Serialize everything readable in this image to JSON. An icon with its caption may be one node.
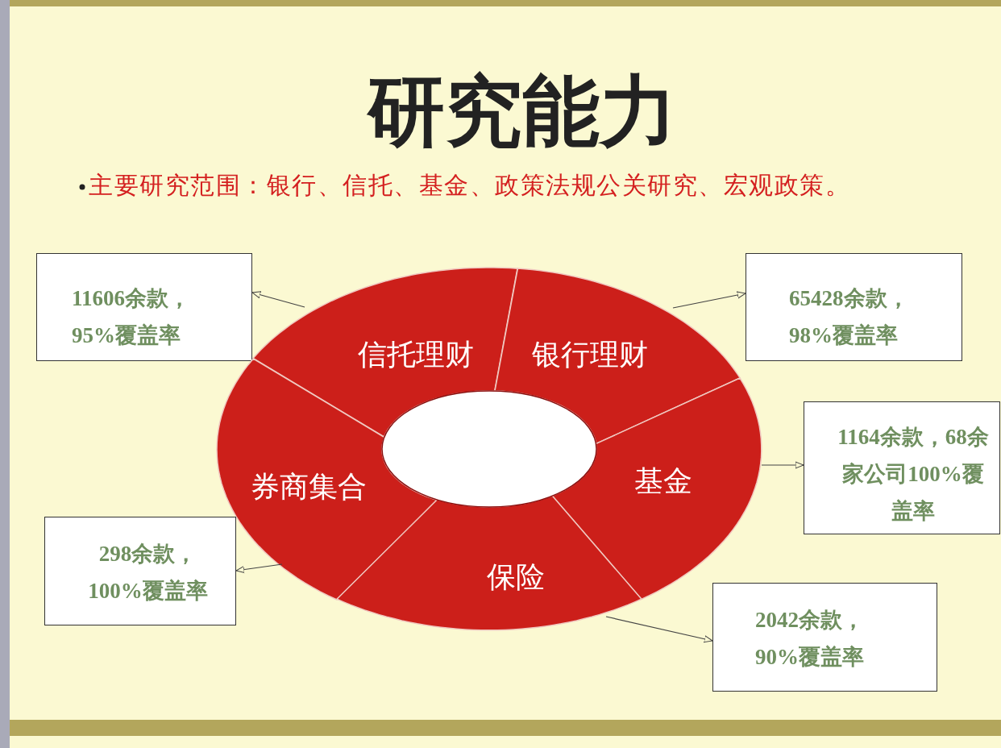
{
  "diagram": {
    "title": "研究能力",
    "nodes": [
      {
        "text": [
          "11606余款，95%覆盖率"
        ]
      },
      {
        "text": [
          "65428余款，98%覆盖率"
        ]
      },
      {
        "text": [
          "信托理财"
        ]
      },
      {
        "text": [
          "银行理财"
        ]
      },
      {
        "text": [
          "基金"
        ]
      },
      {
        "text": [
          "1164余款，68余家公司100%覆盖率"
        ]
      },
      {
        "text": [
          "券商集合"
        ]
      },
      {
        "text": [
          "298余款，100%覆盖率"
        ]
      },
      {
        "text": [
          "保险"
        ]
      },
      {
        "text": [
          "2042余款，90%覆盖率"
        ]
      },
      {
        "text": [],
        "shape": "ellipse"
      }
    ],
    "edges": [
      {
        "from": 2,
        "to": 0,
        "arrow": "to"
      },
      {
        "from": 3,
        "to": 1,
        "arrow": "to"
      },
      {
        "from": 4,
        "to": 5,
        "arrow": "to"
      },
      {
        "from": 6,
        "to": 7,
        "arrow": "to"
      },
      {
        "from": 8,
        "to": 9,
        "arrow": "to"
      }
    ],
    "labels": [
      "主要研究范围：银行、信托、基金、政策法规公关研究、宏观政策。"
    ]
  }
}
